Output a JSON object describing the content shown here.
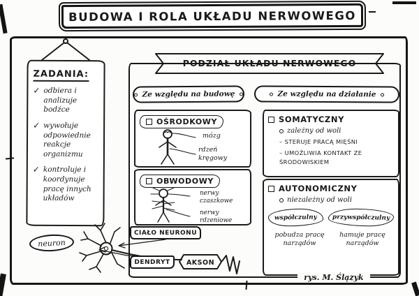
{
  "title": "BUDOWA I ROLA UKŁADU NERWOWEGO",
  "icons": {
    "check": "✓",
    "dash": "–"
  },
  "tasks": {
    "heading": "ZADANIA:",
    "items": [
      "odbiera i analizuje bodźce",
      "wywołuje odpowiednie reakcje organizmu",
      "kontroluje i koordynuje pracę innych układów"
    ]
  },
  "neuron": {
    "label": "neuron",
    "body_label": "CIAŁO NEURONU",
    "dendrite_label": "DENDRYT",
    "axon_label": "AKSON"
  },
  "division": {
    "banner": "PODZIAŁ UKŁADU NERWOWEGO",
    "by_structure": {
      "heading": "Ze względu na budowę",
      "central": {
        "title": "OŚRODKOWY",
        "labels": [
          "mózg",
          "rdzeń kręgowy"
        ]
      },
      "peripheral": {
        "title": "OBWODOWY",
        "labels": [
          "nerwy czaszkowe",
          "nerwy rdzeniowe"
        ]
      }
    },
    "by_function": {
      "heading": "Ze względu na działanie",
      "somatic": {
        "title": "SOMATYCZNY",
        "subtitle": "zależny od woli",
        "points": [
          "STERUJE PRACĄ MIĘŚNI",
          "UMOŻLIWIA KONTAKT ZE ŚRODOWISKIEM"
        ]
      },
      "autonomic": {
        "title": "AUTONOMICZNY",
        "subtitle": "niezależny od woli",
        "branches": [
          {
            "name": "współczulny",
            "desc": "pobudza pracę narządów"
          },
          {
            "name": "przywspółczulny",
            "desc": "hamuje pracę narządów"
          }
        ]
      }
    }
  },
  "signature": "rys. M. Ślązyk"
}
